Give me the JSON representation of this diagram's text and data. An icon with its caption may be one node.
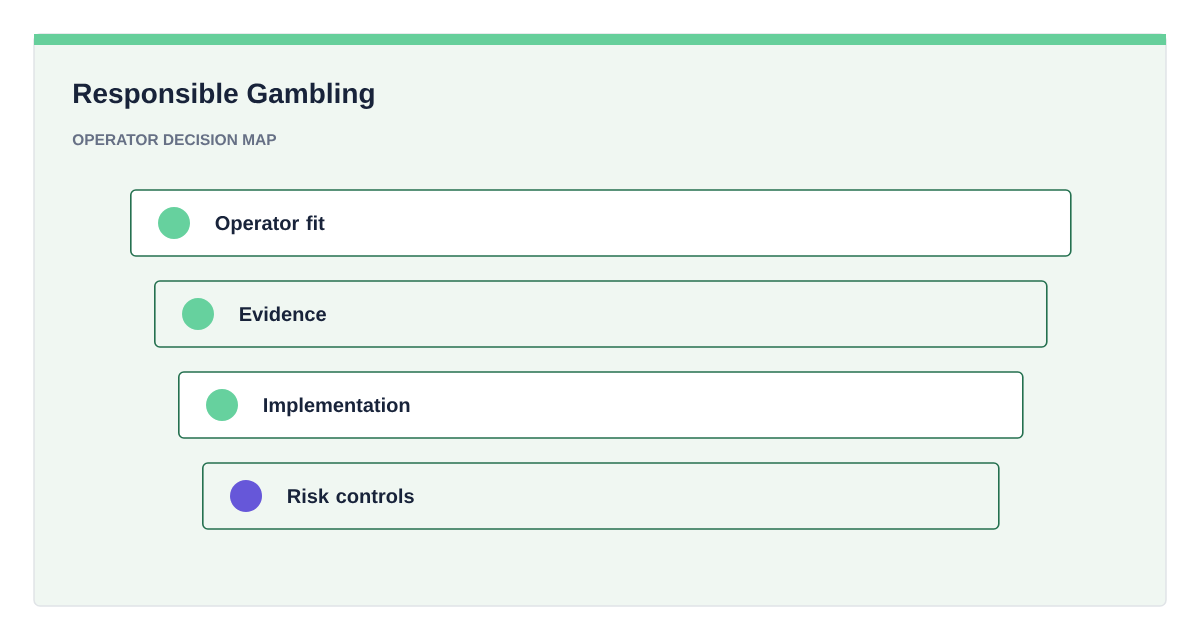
{
  "diagram": {
    "title": "Responsible Gambling",
    "nodes": [
      {
        "text": [
          "Operator fit"
        ]
      },
      {
        "text": [
          "Evidence"
        ]
      },
      {
        "text": [
          "Implementation"
        ]
      },
      {
        "text": [
          "Risk controls"
        ]
      }
    ],
    "labels": [
      "OPERATOR DECISION MAP"
    ]
  }
}
